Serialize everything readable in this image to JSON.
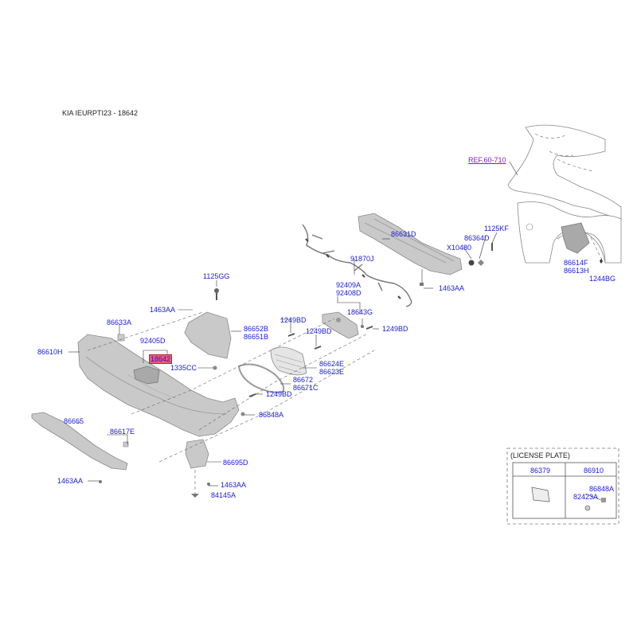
{
  "header": {
    "title": "KIA IEURPTI23 - 18642"
  },
  "reference": {
    "label": "REF.60-710"
  },
  "labels": {
    "p86631D": "86631D",
    "p1125KF": "1125KF",
    "p86364D": "86364D",
    "pX10480": "X10480",
    "p91870J": "91870J",
    "p1463AA_a": "1463AA",
    "p86614F": "86614F",
    "p86613H": "86613H",
    "p1244BG": "1244BG",
    "p1125GG": "1125GG",
    "p92409A": "92409A",
    "p92408D": "92408D",
    "p1463AA_b": "1463AA",
    "p18643G": "18643G",
    "p1249BD_a": "1249BD",
    "p1249BD_b": "1249BD",
    "p1249BD_c": "1249BD",
    "p86633A": "86633A",
    "p86652B": "86652B",
    "p86651B": "86651B",
    "p92405D": "92405D",
    "p86610H": "86610H",
    "p18642": "18642",
    "p1335CC": "1335CC",
    "p86624E": "86624E",
    "p86623E": "86623E",
    "p86672": "86672",
    "p86671C": "86671C",
    "p1249BD_d": "1249BD",
    "p86665": "86665",
    "p86848A": "86848A",
    "p86617E": "86617E",
    "p86695D": "86695D",
    "p1463AA_c": "1463AA",
    "p1463AA_d": "1463AA",
    "p84145A": "84145A"
  },
  "license_plate": {
    "title": "(LICENSE PLATE)",
    "p86379": "86379",
    "p86910": "86910",
    "p86848A": "86848A",
    "p82423A": "82423A"
  }
}
